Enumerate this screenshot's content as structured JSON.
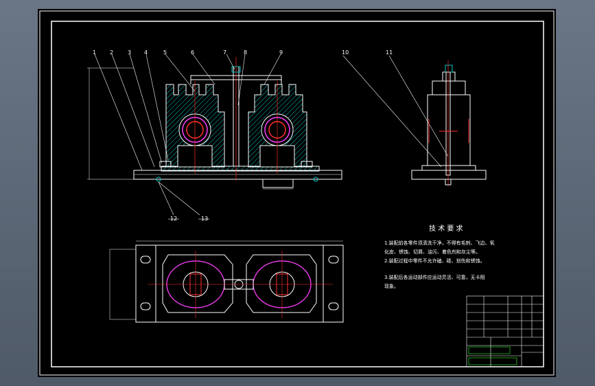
{
  "part_labels": [
    "1",
    "2",
    "3",
    "4",
    "5",
    "6",
    "7",
    "8",
    "9",
    "10",
    "11",
    "12",
    "13"
  ],
  "tech_title": "技 术 要 求",
  "tech_notes": [
    "1.装配前各零件须清洗干净，不得有毛刺、飞边、氧",
    "化皮、锈蚀、切屑、油污、着色剂和灰尘等。",
    "2.装配过程中零件不允许磕、碰、划伤和锈蚀。",
    "3.装配后各运动部件应运动灵活、可靠，无卡阻",
    "现象。"
  ],
  "colors": {
    "line": "#ffffff",
    "hatch": "#00c8c8",
    "red": "#ff3030",
    "magenta": "#ff40ff",
    "yellow": "#ffff40",
    "green": "#30ff30"
  }
}
